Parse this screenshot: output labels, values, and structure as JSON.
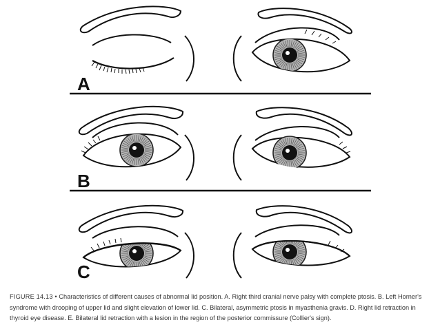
{
  "figure": {
    "panels": [
      {
        "label": "A",
        "right_eye": "closed",
        "left_eye": "open"
      },
      {
        "label": "B",
        "right_eye": "open",
        "left_eye": "open"
      },
      {
        "label": "C",
        "right_eye": "droop",
        "left_eye": "droop"
      }
    ],
    "colors": {
      "ink": "#111111",
      "iris": "#9a9a9a",
      "divider": "#111111"
    }
  },
  "caption": {
    "figure_number": "FIGURE 14.13 •",
    "text": "Characteristics of different causes of abnormal lid position. A. Right third cranial nerve palsy with complete ptosis. B. Left Horner's syndrome with drooping of upper lid and slight elevation of lower lid. C. Bilateral, asymmetric ptosis in myasthenia gravis. D. Right lid retraction in thyroid eye disease. E. Bilateral lid retraction with a lesion in the region of the posterior commissure (Collier's sign)."
  }
}
